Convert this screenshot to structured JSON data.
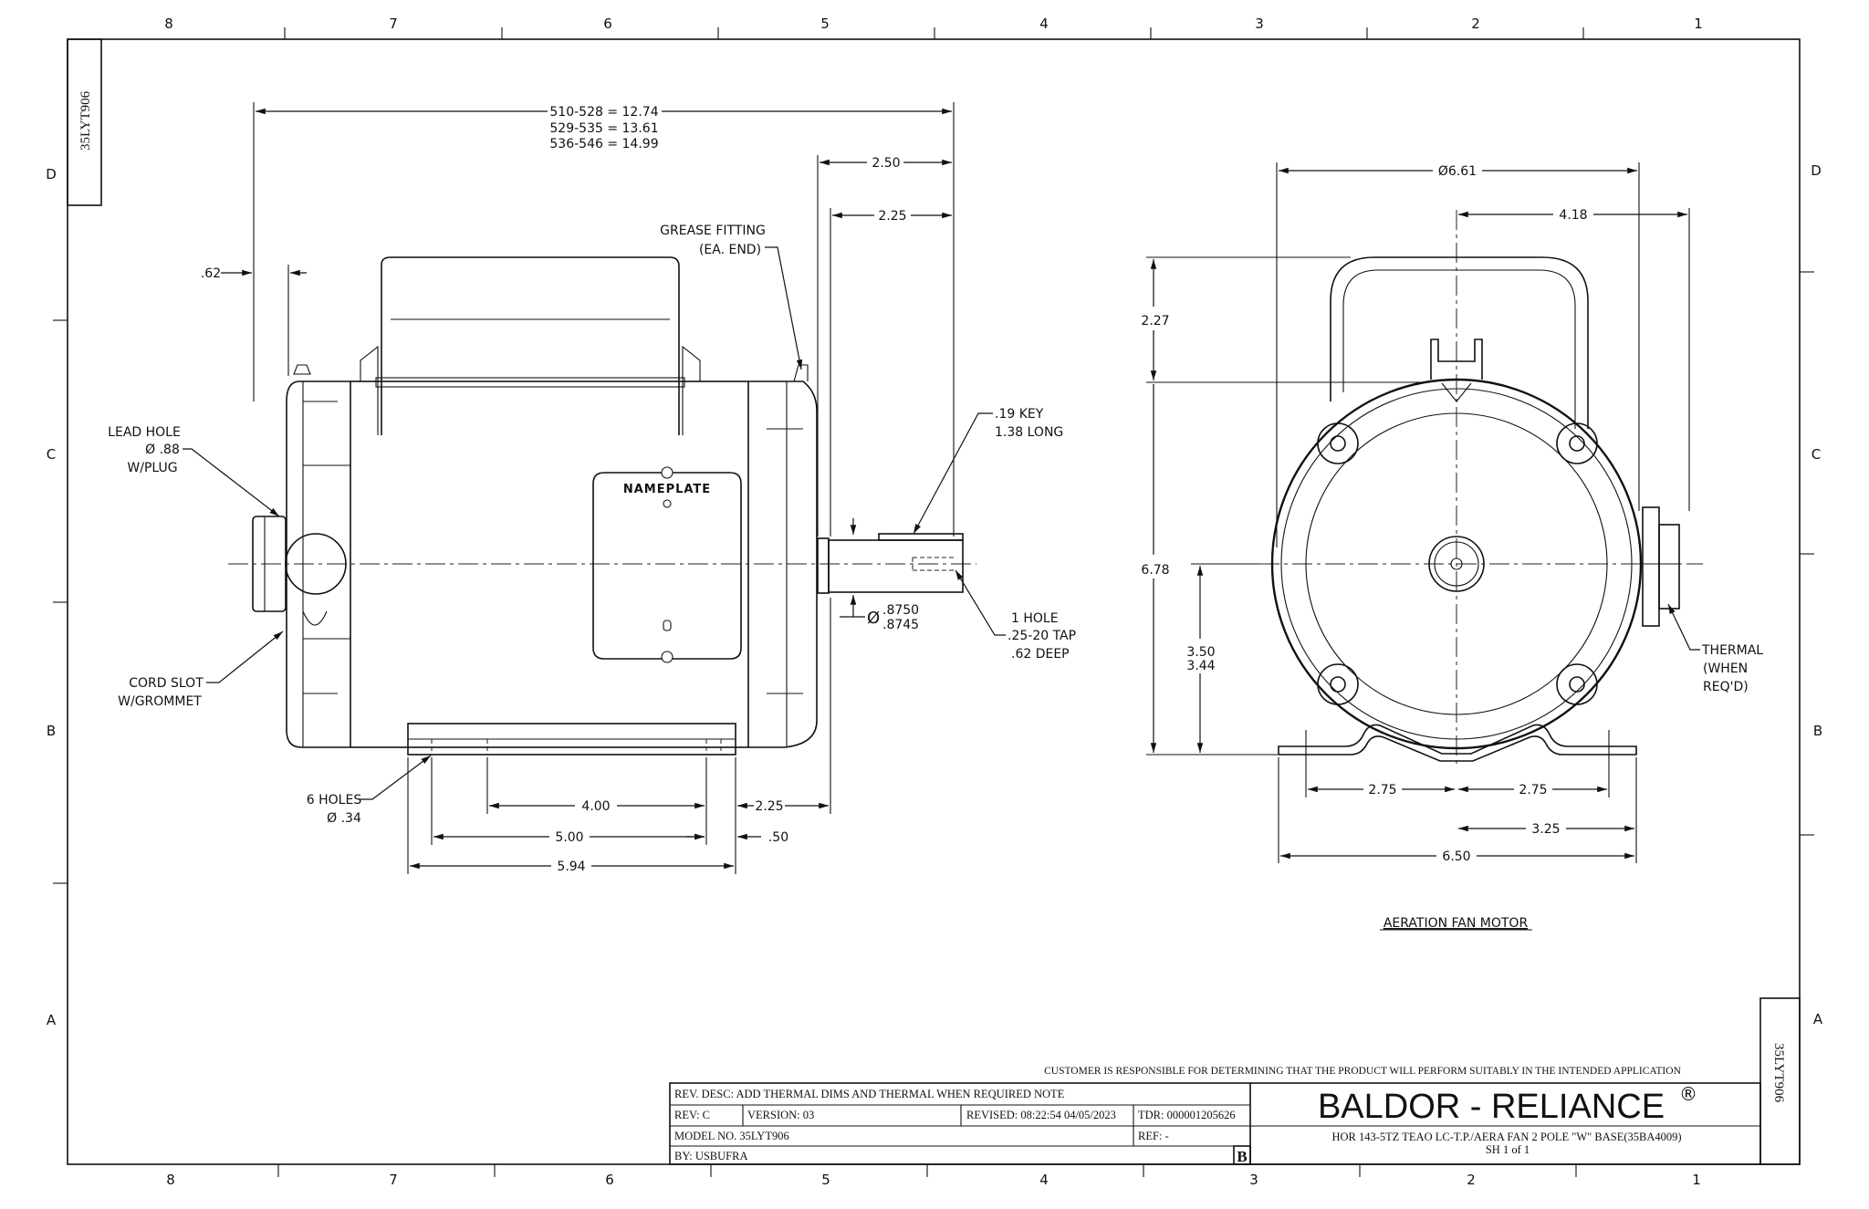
{
  "zones": {
    "columns": [
      "8",
      "7",
      "6",
      "5",
      "4",
      "3",
      "2",
      "1"
    ],
    "rows": [
      "D",
      "C",
      "B",
      "A"
    ]
  },
  "drawing_number": "35LYT906",
  "front_view": {
    "overall_length": [
      "510-528 = 12.74",
      "529-535 = 13.61",
      "536-546 = 14.99"
    ],
    "shaft_ext_1": "2.50",
    "shaft_ext_2": "2.25",
    "end_offset": ".62",
    "grease_fitting": [
      "GREASE FITTING",
      "(EA. END)"
    ],
    "key": [
      ".19 KEY",
      "1.38 LONG"
    ],
    "lead_hole": [
      "LEAD HOLE",
      "Ø .88",
      "W/PLUG"
    ],
    "cord_slot": [
      "CORD SLOT",
      "W/GROMMET"
    ],
    "nameplate": "NAMEPLATE",
    "shaft_dia": [
      "Ø",
      ".8750",
      ".8745"
    ],
    "tap_hole": [
      "1 HOLE",
      ".25-20 TAP",
      ".62 DEEP"
    ],
    "mount_holes": [
      "6 HOLES",
      "Ø .34"
    ],
    "base_dims": {
      "d400": "4.00",
      "d500": "5.00",
      "d594": "5.94",
      "d225": "2.25",
      "d050": ".50"
    }
  },
  "end_view": {
    "diameter": "Ø6.61",
    "conduit_offset": "4.18",
    "handle_height": "2.27",
    "total_height": "6.78",
    "shaft_height": [
      "3.50",
      "3.44"
    ],
    "foot_left": "2.75",
    "foot_right": "2.75",
    "half_base": "3.25",
    "base_width": "6.50",
    "thermal": [
      "THERMAL",
      "(WHEN",
      "REQ'D)"
    ],
    "title": "AERATION FAN MOTOR"
  },
  "title_block": {
    "disclaimer": "CUSTOMER IS RESPONSIBLE FOR DETERMINING THAT THE PRODUCT WILL PERFORM SUITABLY IN THE INTENDED APPLICATION",
    "rev_desc": "REV. DESC: ADD THERMAL DIMS AND THERMAL WHEN REQUIRED NOTE",
    "rev": "REV:  C",
    "version": "VERSION:  03",
    "revised": "REVISED:  08:22:54 04/05/2023",
    "tdr": "TDR: 000001205626",
    "model_no": "MODEL NO.  35LYT906",
    "ref": "REF:  -",
    "by": "BY: USBUFRA",
    "size": "B",
    "company": "BALDOR - RELIANCE",
    "registered": "®",
    "description": "HOR 143-5TZ TEAO LC-T.P./AERA FAN 2 POLE \"W\" BASE(35BA4009)",
    "sheet": "SH 1 of 1"
  }
}
